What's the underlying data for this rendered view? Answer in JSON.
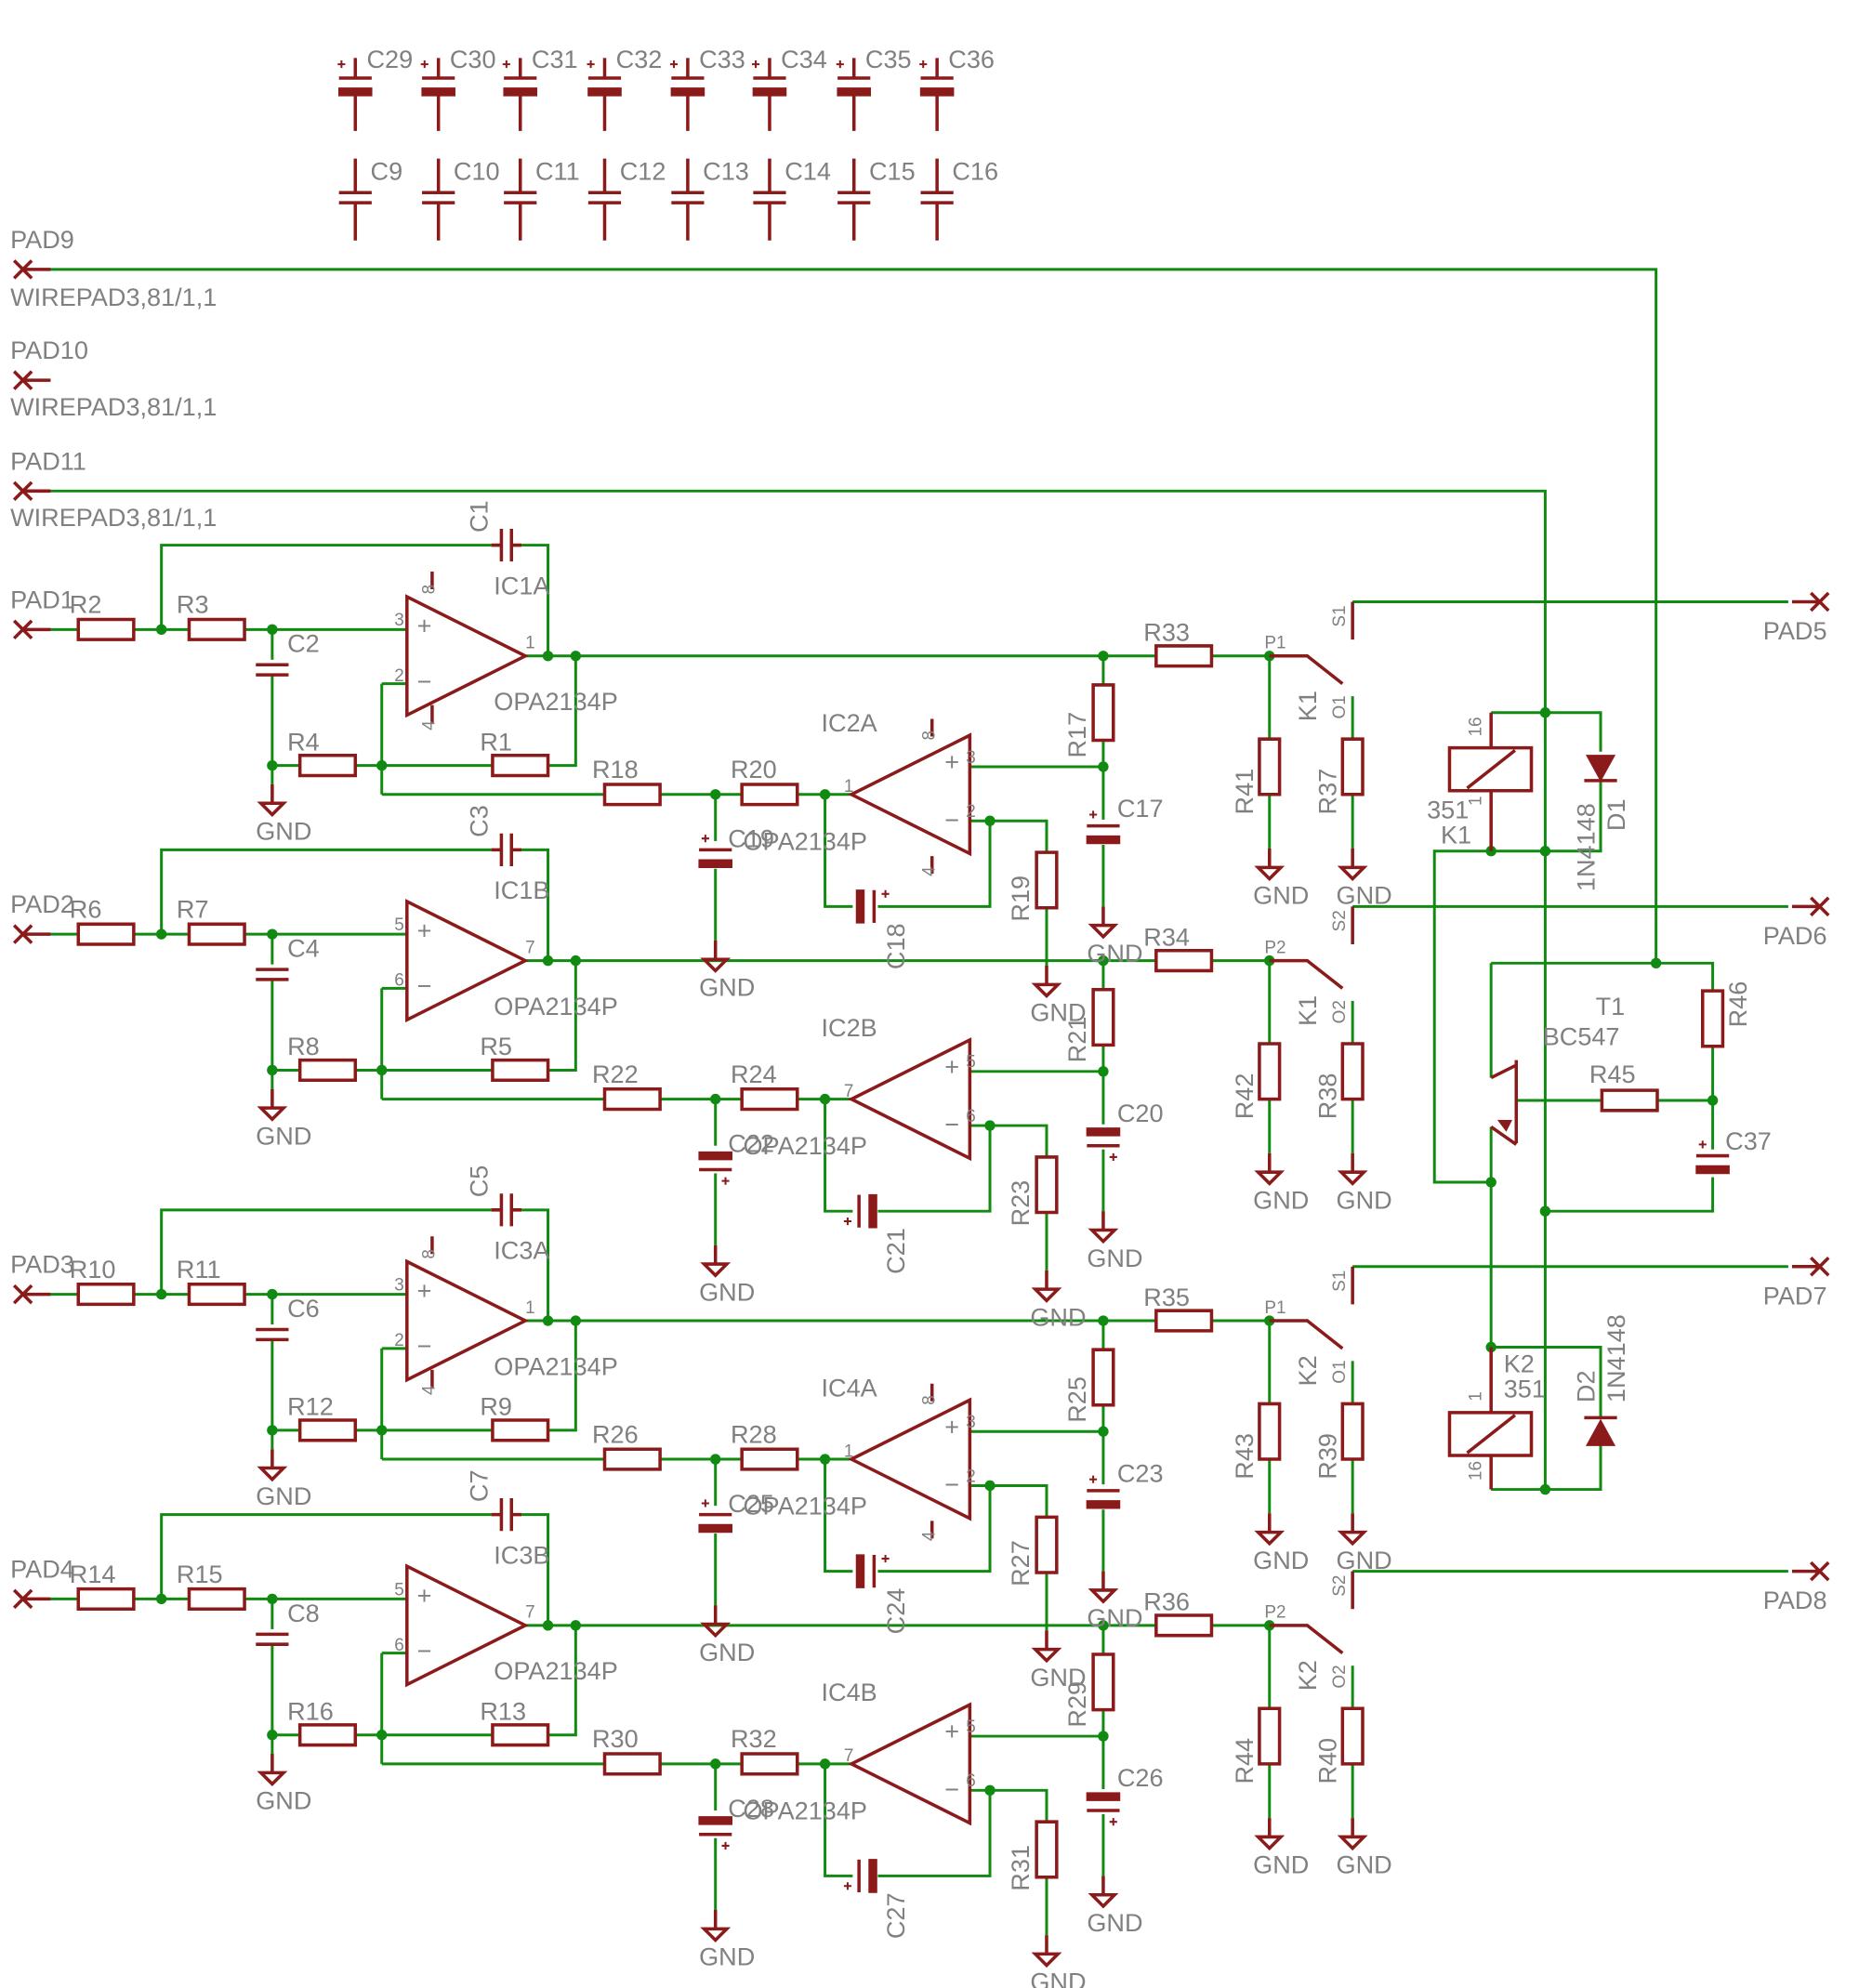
{
  "colors": {
    "wire": "#118a11",
    "part": "#8b1a1a",
    "label": "#808080",
    "background": "#ffffff"
  },
  "top_caps_polarized": [
    "C29",
    "C30",
    "C31",
    "C32",
    "C33",
    "C34",
    "C35",
    "C36"
  ],
  "top_caps_nonpol": [
    "C9",
    "C10",
    "C11",
    "C12",
    "C13",
    "C14",
    "C15",
    "C16"
  ],
  "pads": {
    "PAD9": "PAD9",
    "PAD10": "PAD10",
    "PAD11": "PAD11",
    "PAD1": "PAD1",
    "PAD2": "PAD2",
    "PAD3": "PAD3",
    "PAD4": "PAD4",
    "PAD5": "PAD5",
    "PAD6": "PAD6",
    "PAD7": "PAD7",
    "PAD8": "PAD8"
  },
  "wirepad_value": "WIREPAD3,81/1,1",
  "stages": [
    {
      "pad": "PAD1",
      "rin": "R2",
      "rs": "R3",
      "cs": "C2",
      "rg": "R4",
      "rf": "R1",
      "cf": "C1",
      "ic": "IC1A",
      "ic_value": "OPA2134P",
      "pin_plus": "3",
      "pin_minus": "2",
      "pin_out": "1",
      "pin_vcc": "8",
      "pin_vee": "4",
      "gnd": "GND"
    },
    {
      "pad": "PAD2",
      "rin": "R6",
      "rs": "R7",
      "cs": "C4",
      "rg": "R8",
      "rf": "R5",
      "cf": "C3",
      "ic": "IC1B",
      "ic_value": "OPA2134P",
      "pin_plus": "5",
      "pin_minus": "6",
      "pin_out": "7",
      "pin_vcc": "",
      "pin_vee": "",
      "gnd": "GND"
    },
    {
      "pad": "PAD3",
      "rin": "R10",
      "rs": "R11",
      "cs": "C6",
      "rg": "R12",
      "rf": "R9",
      "cf": "C5",
      "ic": "IC3A",
      "ic_value": "OPA2134P",
      "pin_plus": "3",
      "pin_minus": "2",
      "pin_out": "1",
      "pin_vcc": "8",
      "pin_vee": "4",
      "gnd": "GND"
    },
    {
      "pad": "PAD4",
      "rin": "R14",
      "rs": "R15",
      "cs": "C8",
      "rg": "R16",
      "rf": "R13",
      "cf": "C7",
      "ic": "IC3B",
      "ic_value": "OPA2134P",
      "pin_plus": "5",
      "pin_minus": "6",
      "pin_out": "7",
      "pin_vcc": "",
      "pin_vee": "",
      "gnd": "GND"
    }
  ],
  "filters": [
    {
      "ra": "R18",
      "rb": "R20",
      "cg": "C19",
      "ic": "IC2A",
      "ic_value": "OPA2134P",
      "pin_in": "1",
      "pin_top": "3",
      "pin_bot": "2",
      "pin_vcc": "8",
      "pin_vee": "4",
      "cfb": "C18",
      "rgnd": "R19",
      "rtop": "R17",
      "cout": "C17",
      "gnd": "GND"
    },
    {
      "ra": "R22",
      "rb": "R24",
      "cg": "C22",
      "ic": "IC2B",
      "ic_value": "OPA2134P",
      "pin_in": "7",
      "pin_top": "5",
      "pin_bot": "6",
      "pin_vcc": "",
      "pin_vee": "",
      "cfb": "C21",
      "rgnd": "R23",
      "rtop": "R21",
      "cout": "C20",
      "gnd": "GND"
    },
    {
      "ra": "R26",
      "rb": "R28",
      "cg": "C25",
      "ic": "IC4A",
      "ic_value": "OPA2134P",
      "pin_in": "1",
      "pin_top": "3",
      "pin_bot": "2",
      "pin_vcc": "8",
      "pin_vee": "4",
      "cfb": "C24",
      "rgnd": "R27",
      "rtop": "R25",
      "cout": "C23",
      "gnd": "GND"
    },
    {
      "ra": "R30",
      "rb": "R32",
      "cg": "C28",
      "ic": "IC4B",
      "ic_value": "OPA2134P",
      "pin_in": "7",
      "pin_top": "5",
      "pin_bot": "6",
      "pin_vcc": "",
      "pin_vee": "",
      "cfb": "C27",
      "rgnd": "R31",
      "rtop": "R29",
      "cout": "C26",
      "gnd": "GND"
    }
  ],
  "outputs": [
    {
      "rser": "R33",
      "rpad": "R41",
      "rnc": "R37",
      "relay": "K1",
      "pin_s": "S1",
      "pin_p": "P1",
      "pin_o": "O1",
      "pad": "PAD5",
      "gnd": "GND"
    },
    {
      "rser": "R34",
      "rpad": "R42",
      "rnc": "R38",
      "relay": "K1",
      "pin_s": "S2",
      "pin_p": "P2",
      "pin_o": "O2",
      "pad": "PAD6",
      "gnd": "GND"
    },
    {
      "rser": "R35",
      "rpad": "R43",
      "rnc": "R39",
      "relay": "K2",
      "pin_s": "S1",
      "pin_p": "P1",
      "pin_o": "O1",
      "pad": "PAD7",
      "gnd": "GND"
    },
    {
      "rser": "R36",
      "rpad": "R44",
      "rnc": "R40",
      "relay": "K2",
      "pin_s": "S2",
      "pin_p": "P2",
      "pin_o": "O2",
      "pad": "PAD8",
      "gnd": "GND"
    }
  ],
  "relay_driver": {
    "k1_name": "K1",
    "k1_value": "351",
    "k1_pin_top": "16",
    "k1_pin_bot": "1",
    "k2_name": "K2",
    "k2_value": "351",
    "k2_pin_top": "1",
    "k2_pin_bot": "16",
    "d1_name": "D1",
    "d1_value": "1N4148",
    "d2_name": "D2",
    "d2_value": "1N4148",
    "t1_name": "T1",
    "t1_value": "BC547",
    "r45": "R45",
    "r46": "R46",
    "c37": "C37"
  }
}
